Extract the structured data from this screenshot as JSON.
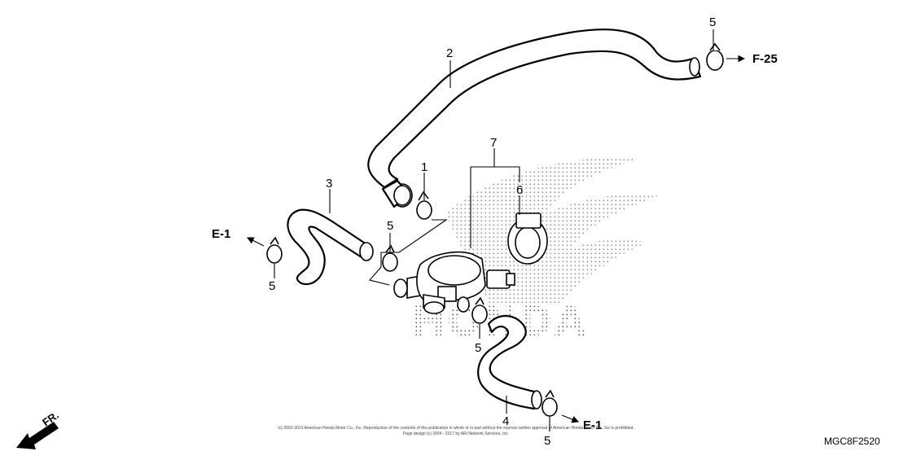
{
  "diagram": {
    "callouts": {
      "hose_2": "2",
      "clamp_1": "1",
      "hose_3": "3",
      "valve_assy_7": "7",
      "bracket_6": "6",
      "clamp_5_top_right": "5",
      "clamp_5_left": "5",
      "clamp_5_mid": "5",
      "clamp_5_lower": "5",
      "clamp_5_bottom_right": "5",
      "hose_4": "4"
    },
    "references": {
      "top_right": "F-25",
      "left": "E-1",
      "bottom_right": "E-1"
    },
    "direction_label": "FR.",
    "watermark_text": "HONDA",
    "diagram_code": "MGC8F2520",
    "legal_line_1": "(c) 2002-2013 American Honda Motor Co., Inc. Reproduction of the contents of this publication in whole or in part without the express written approval of American Honda Motor Co., Inc is prohibited.",
    "legal_line_2": "Page design (c) 2004 - 2017 by ARI Network Services, Inc."
  }
}
